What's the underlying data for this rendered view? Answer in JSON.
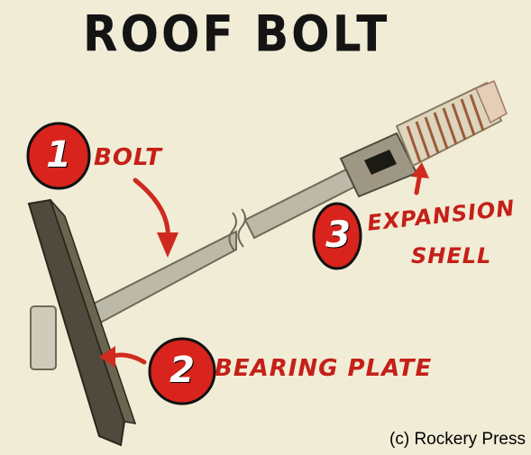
{
  "title": "ROOF BOLT",
  "labels": {
    "bolt": {
      "number": "1",
      "text": "BOLT"
    },
    "bearing_plate": {
      "number": "2",
      "text": "BEARING PLATE"
    },
    "expansion_shell": {
      "number": "3",
      "line1": "EXPANSION",
      "line2": "SHELL"
    }
  },
  "credit": "(c) Rockery Press",
  "colors": {
    "background": "#f1ecd6",
    "label_red": "#c42018",
    "bolt_gray": "#b8b5a4",
    "plate_dark": "#4a4536"
  }
}
